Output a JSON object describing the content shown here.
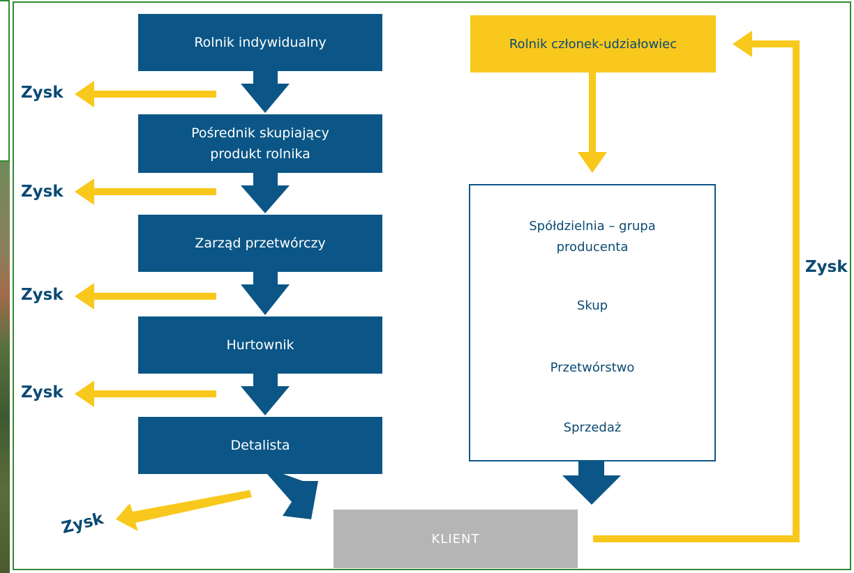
{
  "colors": {
    "navy": "#0b5686",
    "yellow": "#f8c81c",
    "gray": "#b5b5b5",
    "text_dark": "#0b4a73",
    "frame_green": "#2e8b2e"
  },
  "left_chain": [
    "Rolnik indywidualny",
    "Pośrednik skupiający\nprodukt rolnika",
    "Zarząd przetwórczy",
    "Hurtownik",
    "Detalista"
  ],
  "profit_label": "Zysk",
  "right_top": "Rolnik członek-udziałowiec",
  "coop_items": [
    "Spółdzielnia – grupa\nproducenta",
    "Skup",
    "Przetwórstwo",
    "Sprzedaż"
  ],
  "client": "KLIENT",
  "icons": {
    "flow_arrow": "navy-down-arrow",
    "profit_arrow": "yellow-left-arrow",
    "return_arrow": "yellow-return-arrow"
  }
}
